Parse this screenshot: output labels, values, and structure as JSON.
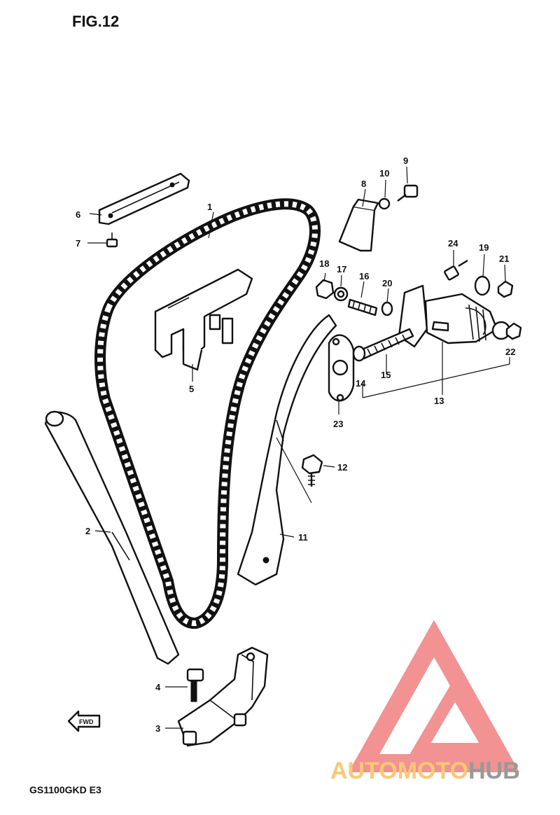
{
  "figure": {
    "title": "FIG.12",
    "model_code": "GS1100GKD E3"
  },
  "parts": [
    {
      "number": "1"
    },
    {
      "number": "2"
    },
    {
      "number": "3"
    },
    {
      "number": "4"
    },
    {
      "number": "5"
    },
    {
      "number": "6"
    },
    {
      "number": "7"
    },
    {
      "number": "8"
    },
    {
      "number": "9"
    },
    {
      "number": "10"
    },
    {
      "number": "11"
    },
    {
      "number": "12"
    },
    {
      "number": "13"
    },
    {
      "number": "14"
    },
    {
      "number": "15"
    },
    {
      "number": "16"
    },
    {
      "number": "17"
    },
    {
      "number": "18"
    },
    {
      "number": "19"
    },
    {
      "number": "20"
    },
    {
      "number": "21"
    },
    {
      "number": "22"
    },
    {
      "number": "23"
    },
    {
      "number": "24"
    }
  ],
  "watermark": {
    "text_part1": "AUTOMOTO",
    "text_part2": "HUB",
    "color_primary": "#f08080",
    "color_secondary": "#f5c060",
    "color_hub": "#888888"
  },
  "front_arrow": {
    "icon": "front-arrow-icon",
    "label": "FWD"
  }
}
